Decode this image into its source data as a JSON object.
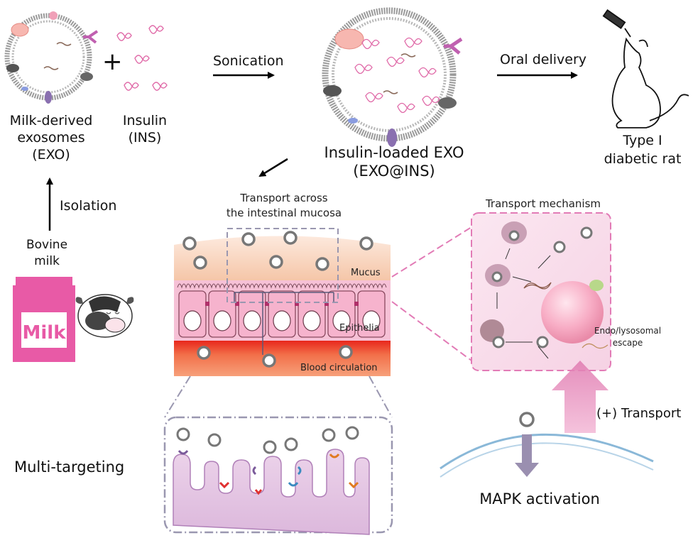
{
  "labels": {
    "milk_exo_line1": "Milk-derived",
    "milk_exo_line2": "exosomes",
    "milk_exo_line3": "(EXO)",
    "insulin_line1": "Insulin",
    "insulin_line2": "(INS)",
    "plus": "+",
    "sonication": "Sonication",
    "oral_delivery": "Oral delivery",
    "loaded_line1": "Insulin-loaded EXO",
    "loaded_line2": "(EXO@INS)",
    "rat_line1": "Type I",
    "rat_line2": "diabetic rat",
    "isolation": "Isolation",
    "bovine_line1": "Bovine",
    "bovine_line2": "milk",
    "milk_carton": "Milk",
    "transport_across_line1": "Transport across",
    "transport_across_line2": "the intestinal mucosa",
    "mucus": "Mucus",
    "epithelia": "Epithelia",
    "blood": "Blood circulation",
    "transport_mechanism": "Transport mechanism",
    "endo_line1": "Endo/lysosomal",
    "endo_line2": "escape",
    "plus_transport": "(+) Transport",
    "multi_targeting": "Multi-targeting",
    "mapk": "MAPK activation"
  },
  "colors": {
    "insulin_pink": "#e06aa8",
    "mucus_peach": "#f7d3bd",
    "epithelia_pink": "#f4b8d0",
    "blood_red": "#e83a2a",
    "dashed_gray": "#9a97b0",
    "mechanism_dashed": "#e27bb6",
    "milk_pink": "#e85aa6",
    "arrow_lilac": "#b8a9c9"
  }
}
